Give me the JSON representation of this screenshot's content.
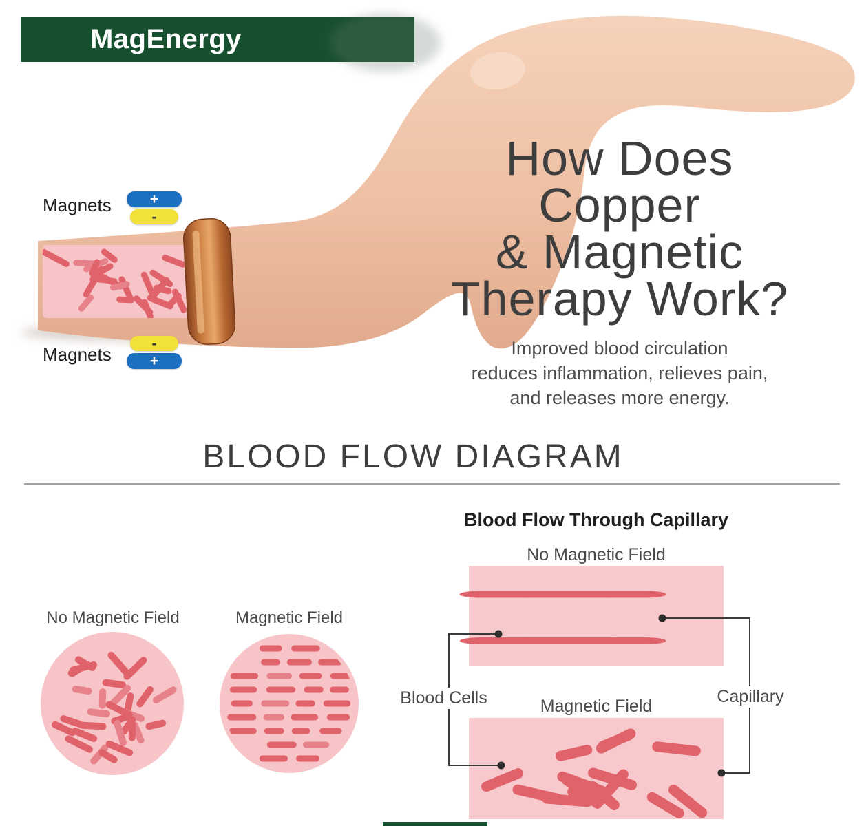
{
  "banner": {
    "text": "MagEnergy"
  },
  "magnets": {
    "label_top": "Magnets",
    "label_bottom": "Magnets",
    "plus": "+",
    "minus": "-"
  },
  "headline": {
    "lines": [
      "How Does",
      "Copper",
      "& Magnetic",
      "Therapy Work?"
    ]
  },
  "subheadline": {
    "lines": [
      "Improved blood circulation",
      "reduces inflammation, relieves pain,",
      "and releases more energy."
    ]
  },
  "section_title": "BLOOD FLOW DIAGRAM",
  "flow_circles": {
    "left_label": "No Magnetic Field",
    "right_label": "Magnetic Field"
  },
  "capillary": {
    "title": "Blood Flow Through Capillary",
    "top_label": "No Magnetic Field",
    "middle_left_label": "Blood Cells",
    "middle_right_label": "Capillary",
    "bottom_label": "Magnetic Field"
  },
  "colors": {
    "banner_green": "#17502e",
    "skin": "#f0c5aa",
    "copper": "#c0703a",
    "vessel_pink": "#f7c5c8",
    "capillary_pink": "#f8c9cc",
    "cell_red": "#e0636b",
    "cell_red_light": "#e8828a",
    "magnet_blue": "#1d6fc2",
    "magnet_yellow": "#f2e138",
    "connector_dark": "#3a3a3a",
    "heading_gray": "#3e3e3e"
  },
  "illustration": {
    "vessel_rod_count": 24,
    "circle_random_rod_count": 30,
    "circle_aligned_row_step": 20,
    "capillary_column_count": 19,
    "capillary_scatter_rod_count": 15
  }
}
